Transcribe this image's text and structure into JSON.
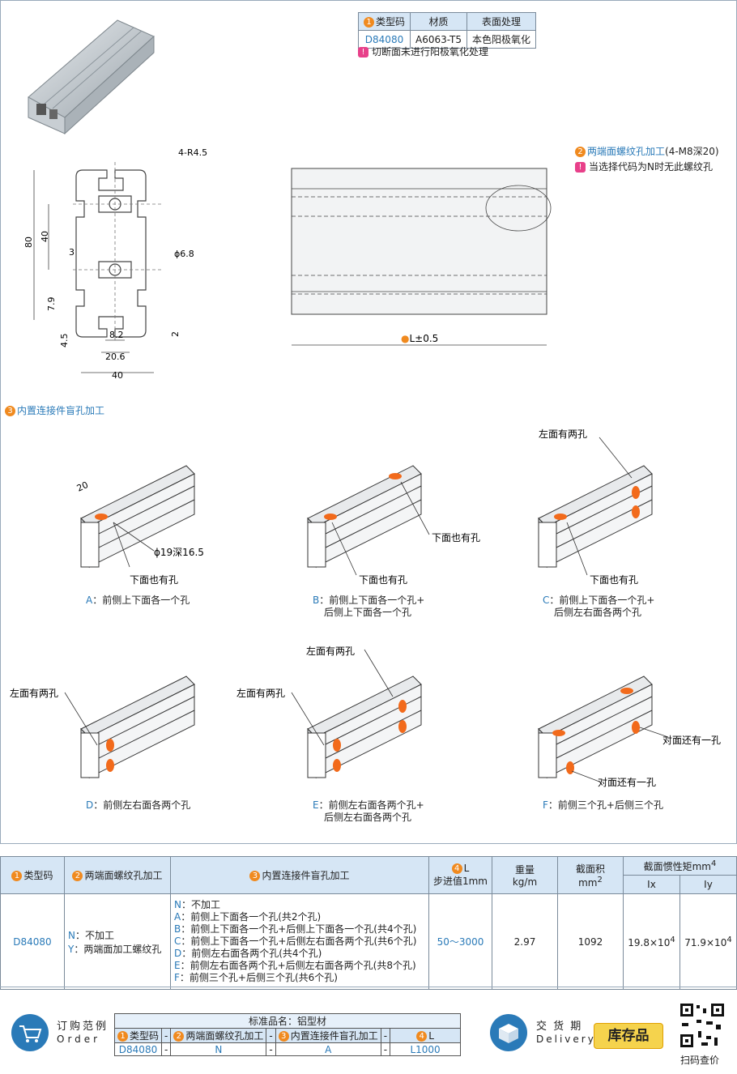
{
  "spec_table": {
    "headers": [
      "类型码",
      "材质",
      "表面处理"
    ],
    "header_num": "1",
    "row": [
      "D84080",
      "A6063-T5",
      "本色阳极氧化"
    ]
  },
  "note_anodize": "切断面未进行阳极氧化处理",
  "section_labels": {
    "end_thread_num": "2",
    "end_thread": "两端面螺纹孔加工",
    "end_thread_detail": "(4-M8深20)",
    "end_thread_note": "当选择代码为N时无此螺纹孔",
    "blind_hole_num": "3",
    "blind_hole": "内置连接件盲孔加工",
    "length_num": "4",
    "length_tol": "L±0.5"
  },
  "dimensions": {
    "radius": "4-R4.5",
    "d80": "80",
    "d40v": "40",
    "d3": "3",
    "d68": "ϕ6.8",
    "d79": "7.9",
    "d45": "4.5",
    "d82": "8.2",
    "d206": "20.6",
    "d40h": "40",
    "d2": "2"
  },
  "variants": {
    "dim20": "20",
    "dim19": "ϕ19深16.5",
    "a_below": "下面也有孔",
    "b_below": "下面也有孔",
    "b_below2": "下面也有孔",
    "c_left": "左面有两孔",
    "c_below": "下面也有孔",
    "d_left": "左面有两孔",
    "e_left": "左面有两孔",
    "e_left2": "左面有两孔",
    "f_opp1": "对面还有一孔",
    "f_opp2": "对面还有一孔",
    "cap_a": [
      "A",
      "：前侧上下面各一个孔"
    ],
    "cap_b": [
      "B",
      "：前侧上下面各一个孔+",
      "后侧上下面各一个孔"
    ],
    "cap_c": [
      "C",
      "：前侧上下面各一个孔+",
      "后侧左右面各两个孔"
    ],
    "cap_d": [
      "D",
      "：前侧左右面各两个孔"
    ],
    "cap_e": [
      "E",
      "：前侧左右面各两个孔+",
      "后侧左右面各两个孔"
    ],
    "cap_f": [
      "F",
      "：前侧三个孔+后侧三个孔"
    ]
  },
  "main_table": {
    "h_type": "类型码",
    "h_thread": "两端面螺纹孔加工",
    "h_blind": "内置连接件盲孔加工",
    "h_len1": "L",
    "h_len2": "步进值1mm",
    "h_weight1": "重量",
    "h_weight2": "kg/m",
    "h_area1": "截面积",
    "h_area2": "mm",
    "h_area_sup": "2",
    "h_inertia": "截面惯性矩mm",
    "h_inertia_sup": "4",
    "h_ix": "Ix",
    "h_iy": "Iy",
    "type": "D84080",
    "thread_opts": [
      [
        "N",
        "：不加工"
      ],
      [
        "Y",
        "：两端面加工螺纹孔"
      ]
    ],
    "blind_opts": [
      [
        "N",
        "：不加工"
      ],
      [
        "A",
        "：前侧上下面各一个孔(共2个孔)"
      ],
      [
        "B",
        "：前侧上下面各一个孔+后侧上下面各一个孔(共4个孔)"
      ],
      [
        "C",
        "：前侧上下面各一个孔+后侧左右面各两个孔(共6个孔)"
      ],
      [
        "D",
        "：前侧左右面各两个孔(共4个孔)"
      ],
      [
        "E",
        "：前侧左右面各两个孔+后侧左右面各两个孔(共8个孔)"
      ],
      [
        "F",
        "：前侧三个孔+后侧三个孔(共6个孔)"
      ]
    ],
    "length": "50～3000",
    "weight": "2.97",
    "area": "1092",
    "ix": "19.8×10",
    "iy": "71.9×10",
    "exp": "4"
  },
  "order": {
    "title_cn": "订购范例",
    "title_en": "Order",
    "std_name": "标准品名：铝型材",
    "h_type": "类型码",
    "h_thread": "两端面螺纹孔加工",
    "h_blind": "内置连接件盲孔加工",
    "h_len": "L",
    "dash": "-",
    "v_type": "D84080",
    "v_thread": "N",
    "v_blind": "A",
    "v_len": "L1000",
    "n1": "1",
    "n2": "2",
    "n3": "3",
    "n4": "4"
  },
  "delivery": {
    "cn": "交 货 期",
    "en": "Delivery",
    "stock": "库存品",
    "qr": "扫码查价"
  },
  "colors": {
    "accent": "#2a7ab8",
    "orange": "#f08a1f",
    "header_bg": "#d6e6f5"
  }
}
